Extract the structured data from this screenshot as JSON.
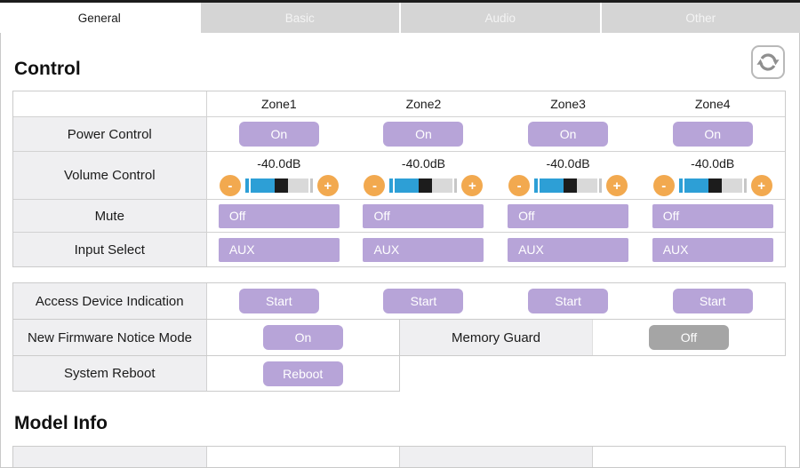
{
  "tabs": {
    "general": "General",
    "basic": "Basic",
    "audio": "Audio",
    "other": "Other"
  },
  "control": {
    "title": "Control",
    "zone_headers": [
      "Zone1",
      "Zone2",
      "Zone3",
      "Zone4"
    ],
    "power": {
      "label": "Power Control",
      "buttons": [
        "On",
        "On",
        "On",
        "On"
      ]
    },
    "volume": {
      "label": "Volume Control",
      "values": [
        "-40.0dB",
        "-40.0dB",
        "-40.0dB",
        "-40.0dB"
      ],
      "minus_label": "-",
      "plus_label": "+",
      "slider_fill_pct": 45
    },
    "mute": {
      "label": "Mute",
      "values": [
        "Off",
        "Off",
        "Off",
        "Off"
      ]
    },
    "input_select": {
      "label": "Input Select",
      "values": [
        "AUX",
        "AUX",
        "AUX",
        "AUX"
      ]
    },
    "access_device": {
      "label": "Access Device Indication",
      "buttons": [
        "Start",
        "Start",
        "Start",
        "Start"
      ]
    },
    "firmware": {
      "label": "New Firmware Notice Mode",
      "button": "On"
    },
    "memory_guard": {
      "label": "Memory Guard",
      "button": "Off"
    },
    "system_reboot": {
      "label": "System Reboot",
      "button": "Reboot"
    }
  },
  "model_info": {
    "title": "Model Info"
  },
  "colors": {
    "accent_purple": "#b7a4d8",
    "accent_orange": "#f2a94f",
    "slider_blue": "#2d9fd6",
    "slider_handle": "#1c1c1c",
    "disabled_gray_button": "#a5a5a5",
    "inactive_tab": "#d5d5d5",
    "label_cell_bg": "#efeff1"
  }
}
